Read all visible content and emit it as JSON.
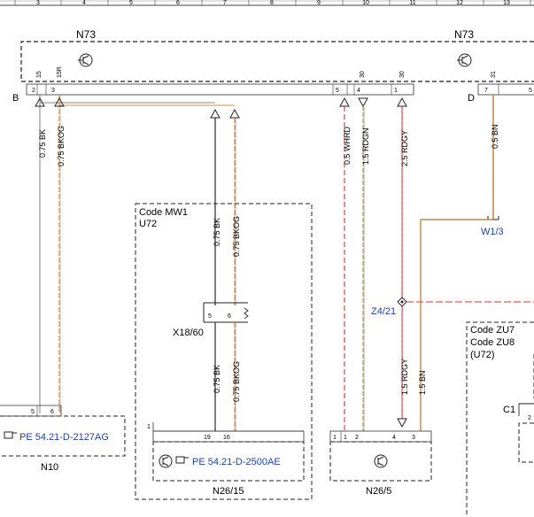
{
  "header": {
    "column_numbers": [
      "3",
      "4",
      "5",
      "6",
      "7",
      "8",
      "9",
      "10",
      "11",
      "12",
      "13"
    ]
  },
  "components": {
    "n73_left": "N73",
    "n73_right": "N73",
    "row_b": "B",
    "row_d": "D",
    "code_mw1_title": "Code MW1",
    "code_mw1_sub": "U72",
    "code_zu_line1": "Code ZU7",
    "code_zu_line2": "Code ZU8",
    "code_zu_line3": "(U72)",
    "connector_x18": "X18/60",
    "ref_w1": "W1/3",
    "ref_z4": "Z4/21",
    "n10_ref": "PE 54.21-D-2127AG",
    "n10_label": "N10",
    "n26_15_ref": "PE 54.21-D-2500AE",
    "n26_15_label": "N26/15",
    "n26_5_label": "N26/5",
    "c1_label": "C1"
  },
  "pins": {
    "n73_top_15": "15",
    "n73_top_15r": "15R",
    "n73_top_30a": "30",
    "n73_top_30b": "30",
    "n73_top_31": "31",
    "n73_b_2": "2",
    "n73_b_3": "3",
    "n73_b_5": "5",
    "n73_b_4": "4",
    "n73_b_1": "1",
    "n73_d_7": "7",
    "n73_d_5": "5",
    "x18_5": "5",
    "x18_6": "6",
    "n10_5": "5",
    "n10_6": "6",
    "n26_15_1": "1",
    "n26_15_19": "19",
    "n26_15_16": "16",
    "n26_5_1": "1",
    "n26_5_1b": "1",
    "n26_5_2": "2",
    "n26_5_4": "4",
    "n26_5_3": "3",
    "c1_2": "2"
  },
  "wires": {
    "w1": "0.75 BK",
    "w2": "0.75 BKOG",
    "w3": "0.75 BK",
    "w4": "0.75 BKOG",
    "w5": "0.75 BK",
    "w6": "0.75 BKOG",
    "w7": "0.5 WHRD",
    "w8": "1.5 RDGN",
    "w9": "2.5 RDGY",
    "w10": "0.5 BN",
    "w11": "1.5 RDGY",
    "w12": "1.5 BN"
  },
  "colors": {
    "black": "#1a1a1a",
    "orange": "#e08a3c",
    "red": "#e0303a",
    "green": "#5bbf6a",
    "brown": "#c8884a",
    "blue_text": "#1f3fb0"
  }
}
